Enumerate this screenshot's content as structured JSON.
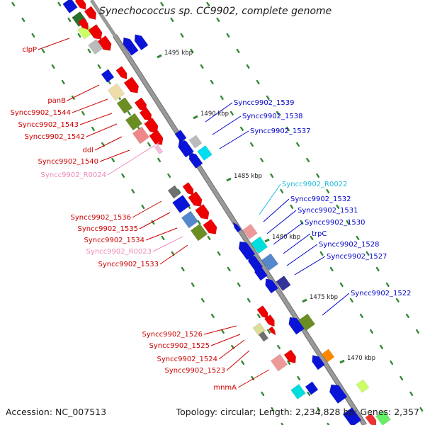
{
  "title": "Synechococcus sp. CC9902, complete genome",
  "footer": {
    "accession": "Accession: NC_007513",
    "topology": "Topology: circular; Length: 2,234,828 bp; Genes: 2,357"
  },
  "colors": {
    "left_label": "#cc0000",
    "right_label": "#0000cc",
    "rna_left_label": "#ee88bb",
    "rna_right_label": "#22bbdd",
    "backbone": "#999999",
    "tick": "#338833"
  },
  "kbp_ticks": [
    "1495 kbp",
    "1490 kbp",
    "1485 kbp",
    "1480 kbp",
    "1475 kbp",
    "1470 kbp"
  ],
  "left_labels": [
    "clpP",
    "panB",
    "Syncc9902_1544",
    "Syncc9902_1543",
    "Syncc9902_1542",
    "ddl",
    "Syncc9902_1540",
    "Syncc9902_R0024",
    "Syncc9902_1536",
    "Syncc9902_1535",
    "Syncc9902_1534",
    "Syncc9902_R0023",
    "Syncc9902_1533",
    "Syncc9902_1526",
    "Syncc9902_1525",
    "Syncc9902_1524",
    "Syncc9902_1523",
    "mnmA"
  ],
  "right_labels": [
    "Syncc9902_1539",
    "Syncc9902_1538",
    "Syncc9902_1537",
    "Syncc9902_R0022",
    "Syncc9902_1532",
    "Syncc9902_1531",
    "Syncc9902_1530",
    "trpC",
    "Syncc9902_1528",
    "Syncc9902_1527",
    "Syncc9902_1522"
  ]
}
